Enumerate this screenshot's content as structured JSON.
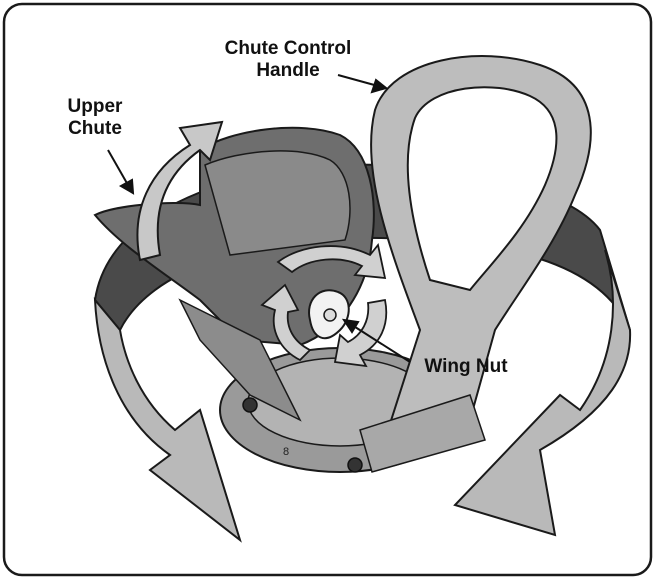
{
  "labels": {
    "chute_control_handle": [
      "Chute Control",
      "Handle"
    ],
    "upper_chute": [
      "Upper",
      "Chute"
    ],
    "wing_nut": "Wing Nut"
  },
  "colors": {
    "arrow_fill": "#b9b9b9",
    "dark_band": "#4a4a4a",
    "chute_body": "#7a7a7a",
    "handle_fill": "#bdbdbd",
    "base_plate": "#9a9a9a",
    "outline": "#1a1a1a"
  }
}
